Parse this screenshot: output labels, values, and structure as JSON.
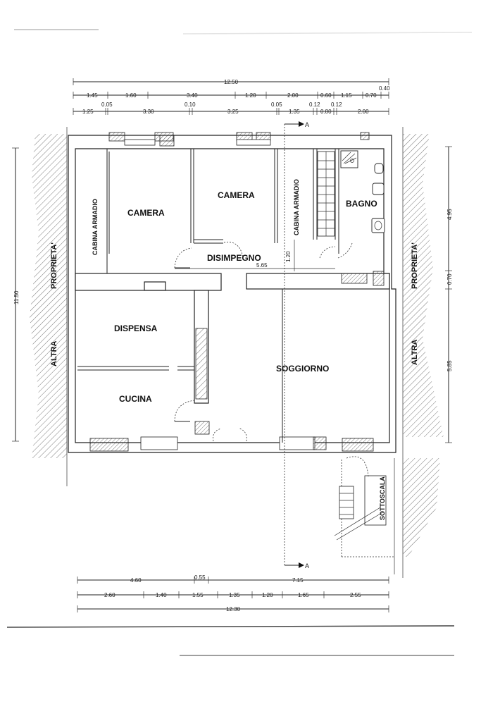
{
  "rooms": {
    "cabina_armadio_left": "CABINA ARMADIO",
    "camera_left": "CAMERA",
    "camera_center": "CAMERA",
    "cabina_armadio_right": "CABINA ARMADIO",
    "bagno": "BAGNO",
    "disimpegno": "DISIMPEGNO",
    "dispensa": "DISPENSA",
    "cucina": "CUCINA",
    "soggiorno": "SOGGIORNO",
    "sottoscala": "SOTTOSCALA"
  },
  "side_labels": {
    "left_proprieta": "PROPRIETA'",
    "left_altra": "ALTRA",
    "right_proprieta": "PROPRIETA'",
    "right_altra": "ALTRA"
  },
  "section_marker": "A",
  "dimensions": {
    "top_total": "12.50",
    "top_row1": [
      "1.45",
      "1.60",
      "3.40",
      "1.20",
      "2.00",
      "0.60",
      "1.15",
      "0.70"
    ],
    "top_row1_extra": "0.40",
    "top_row2": [
      "1.25",
      "3.30",
      "3.25",
      "1.35",
      "0.80",
      "2.00"
    ],
    "top_row2_small": [
      "0.05",
      "0.10",
      "0.05",
      "0.12",
      "0.12"
    ],
    "left_height": "11.50",
    "right_heights": [
      "4.95",
      "0.70",
      "5.85"
    ],
    "disimpegno_width": "5.65",
    "disimpegno_depth": "1.20",
    "bottom_row1": [
      "4.60",
      "0.55",
      "7.15"
    ],
    "bottom_row2": [
      "2.60",
      "1.40",
      "1.55",
      "1.35",
      "1.20",
      "1.65",
      "2.55"
    ],
    "bottom_total": "12.30"
  }
}
